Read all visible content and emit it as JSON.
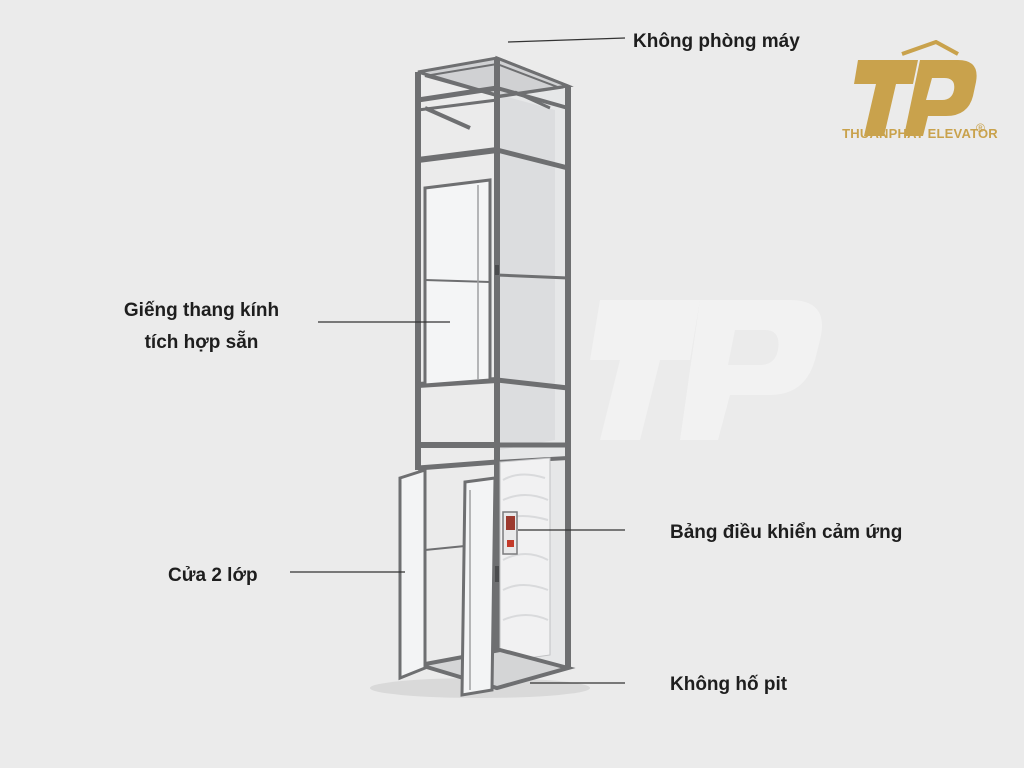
{
  "callouts": {
    "machine_room": "Không phòng máy",
    "glass_shaft_line1": "Giếng thang kính",
    "glass_shaft_line2": "tích hợp sẵn",
    "door": "Cửa 2 lớp",
    "control_panel": "Bảng điều khiển cảm ứng",
    "pit": "Không hố pit"
  },
  "brand": {
    "name": "THUANPHAT ELEVATOR",
    "monogram": "TP",
    "registered": "®",
    "gold_color": "#c9a24c"
  },
  "colors": {
    "background": "#ebebeb",
    "frame": "#6e6f71",
    "frame_dark": "#58595b",
    "glass": "#f4f5f6",
    "leader_line": "#333333"
  }
}
